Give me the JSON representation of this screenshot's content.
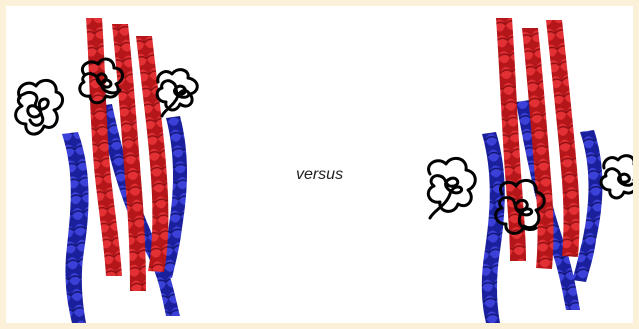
{
  "caption": "versus",
  "colors": {
    "border": "#fbf1d8",
    "background": "#ffffff",
    "red_helix": "#d11f22",
    "blue_helix": "#2a2fc7",
    "disordered_domain": "#000000"
  },
  "panels": [
    {
      "name": "left-structure",
      "helices": [
        "red",
        "red",
        "red",
        "blue",
        "blue",
        "blue"
      ],
      "disordered_domains": 3
    },
    {
      "name": "right-structure",
      "helices": [
        "red",
        "red",
        "red",
        "blue",
        "blue",
        "blue"
      ],
      "disordered_domains": 3
    }
  ]
}
